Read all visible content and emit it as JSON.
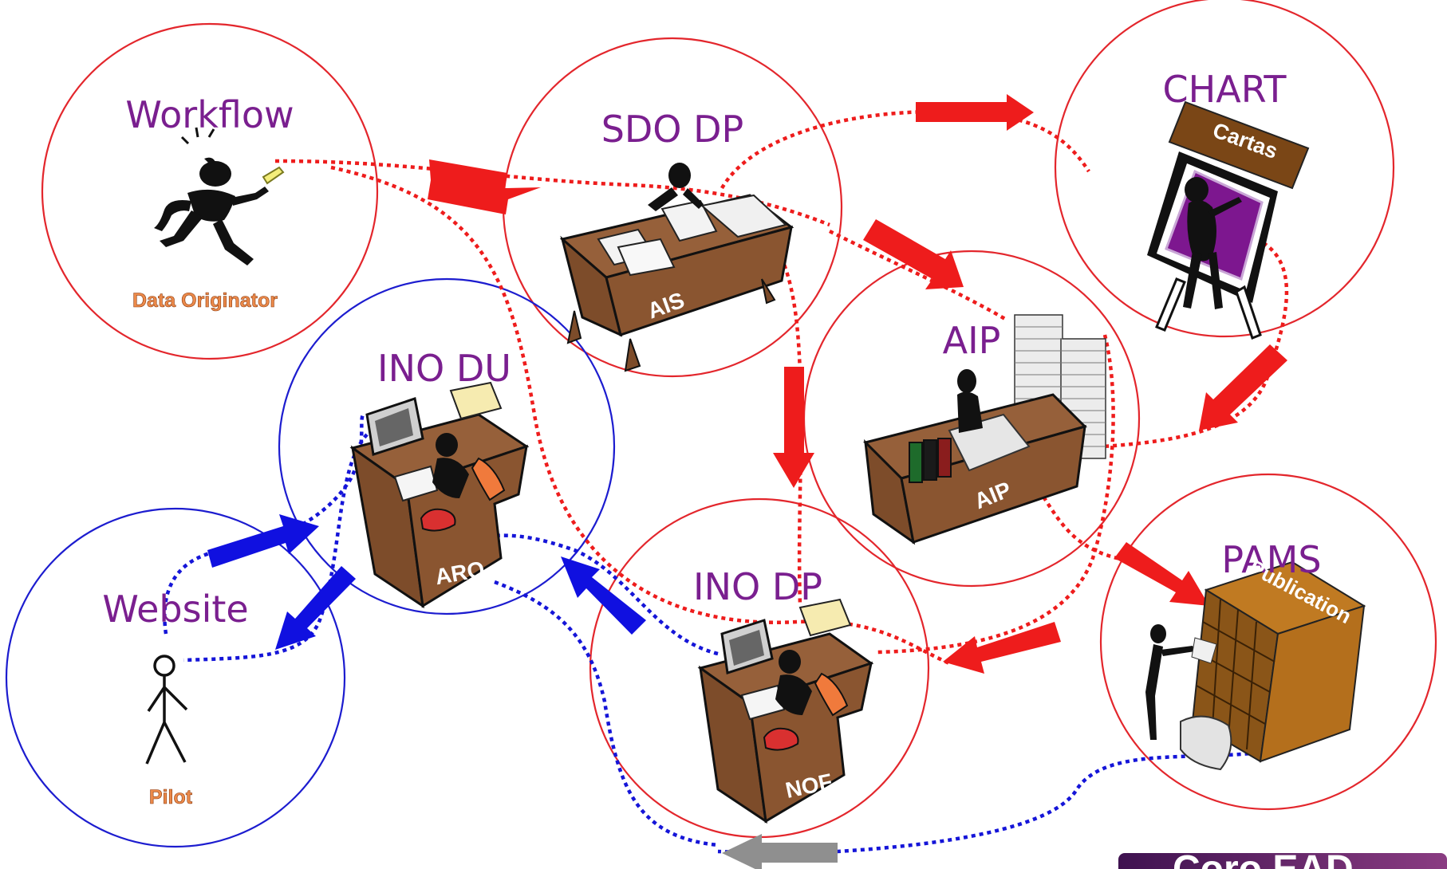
{
  "diagram": {
    "colors": {
      "red_circle": "#e3262c",
      "blue_circle": "#1c1ccf",
      "red_flow": "#ee1c1c",
      "blue_flow": "#1515d8",
      "grey_flow": "#8f8f8f",
      "title_text": "#7a1f8f",
      "role_text": "#ec8a4a",
      "desk_wood": "#96603a",
      "chart_purple": "#7d178f",
      "footer_bar": "#5a1f6b"
    },
    "nodes": {
      "workflow": {
        "title": "Workflow",
        "role": "Data Originator"
      },
      "sdo_dp": {
        "title": "SDO DP",
        "desk": "AIS"
      },
      "chart": {
        "title": "CHART",
        "sign": "Cartas"
      },
      "aip": {
        "title": "AIP",
        "desk": "AIP"
      },
      "ino_du": {
        "title": "INO DU",
        "desk": "ARO"
      },
      "website": {
        "title": "Website",
        "role": "Pilot"
      },
      "ino_dp": {
        "title": "INO DP",
        "desk": "NOF"
      },
      "pams": {
        "title": "PAMS",
        "shelf": "Publication"
      }
    },
    "footer_text": "Coro EAD"
  }
}
